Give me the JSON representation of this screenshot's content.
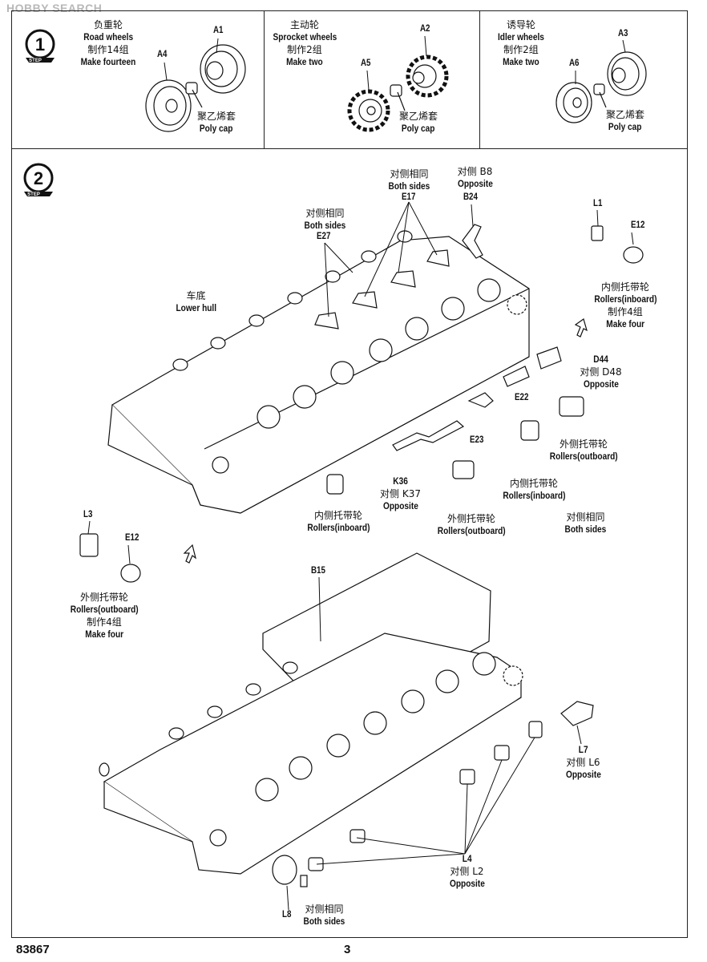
{
  "watermark": "HOBBY SEARCH",
  "step1": {
    "step_word": "STEP",
    "step_number": "1",
    "road_wheels": {
      "zh": "负重轮",
      "en": "Road wheels",
      "count_zh": "制作14组",
      "count_en": "Make fourteen"
    },
    "sprocket_wheels": {
      "zh": "主动轮",
      "en": "Sprocket wheels",
      "count_zh": "制作2组",
      "count_en": "Make two"
    },
    "idler_wheels": {
      "zh": "诱导轮",
      "en": "Idler wheels",
      "count_zh": "制作2组",
      "count_en": "Make two"
    },
    "poly_cap": {
      "zh": "聚乙烯套",
      "en": "Poly cap"
    },
    "parts": {
      "a1": "A1",
      "a4": "A4",
      "a2": "A2",
      "a5": "A5",
      "a3": "A3",
      "a6": "A6"
    }
  },
  "step2": {
    "step_word": "STEP",
    "step_number": "2",
    "both_sides": {
      "zh": "对侧相同",
      "en": "Both sides"
    },
    "opposite_b8": {
      "zh": "对侧 B8",
      "en": "Opposite"
    },
    "lower_hull": {
      "zh": "车底",
      "en": "Lower hull"
    },
    "rollers_inboard": {
      "zh": "内侧托带轮",
      "en": "Rollers(inboard)",
      "count_zh": "制作4组",
      "count_en": "Make four"
    },
    "rollers_outboard": {
      "zh": "外侧托带轮",
      "en": "Rollers(outboard)",
      "count_zh": "制作4组",
      "count_en": "Make four"
    },
    "opposite_d48": {
      "code": "D44",
      "zh": "对侧 D48",
      "en": "Opposite"
    },
    "opposite_k37": {
      "code": "K36",
      "zh": "对侧 K37",
      "en": "Opposite"
    },
    "opposite_l6": {
      "code": "L7",
      "zh": "对侧 L6",
      "en": "Opposite"
    },
    "opposite_l2": {
      "code": "L4",
      "zh": "对侧 L2",
      "en": "Opposite"
    },
    "parts": {
      "e17": "E17",
      "e27": "E27",
      "b24": "B24",
      "l1": "L1",
      "e12": "E12",
      "e22": "E22",
      "e23": "E23",
      "l3": "L3",
      "e12b": "E12",
      "b15": "B15",
      "l8": "L8"
    }
  },
  "footer": {
    "kit_number": "83867",
    "page_number": "3"
  }
}
